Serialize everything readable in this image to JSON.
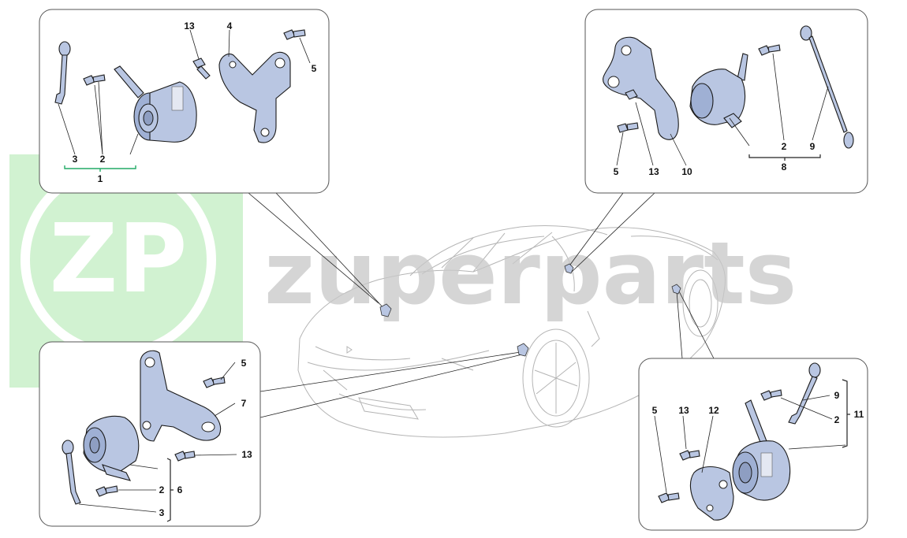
{
  "watermark": {
    "logo_text": "ZP",
    "brand_text": "zuperparts",
    "logo_color": "#8fe08f"
  },
  "panels": {
    "top_left": {
      "callouts": [
        "13",
        "4",
        "5",
        "3",
        "2",
        "1"
      ]
    },
    "top_right": {
      "callouts": [
        "2",
        "9",
        "5",
        "13",
        "10",
        "8"
      ]
    },
    "bottom_left": {
      "callouts": [
        "5",
        "7",
        "13",
        "2",
        "6",
        "3"
      ]
    },
    "bottom_right": {
      "callouts": [
        "9",
        "5",
        "13",
        "12",
        "2",
        "11"
      ]
    }
  },
  "colors": {
    "part_fill": "#b9c6e2",
    "car_line": "#b5b5b5"
  }
}
